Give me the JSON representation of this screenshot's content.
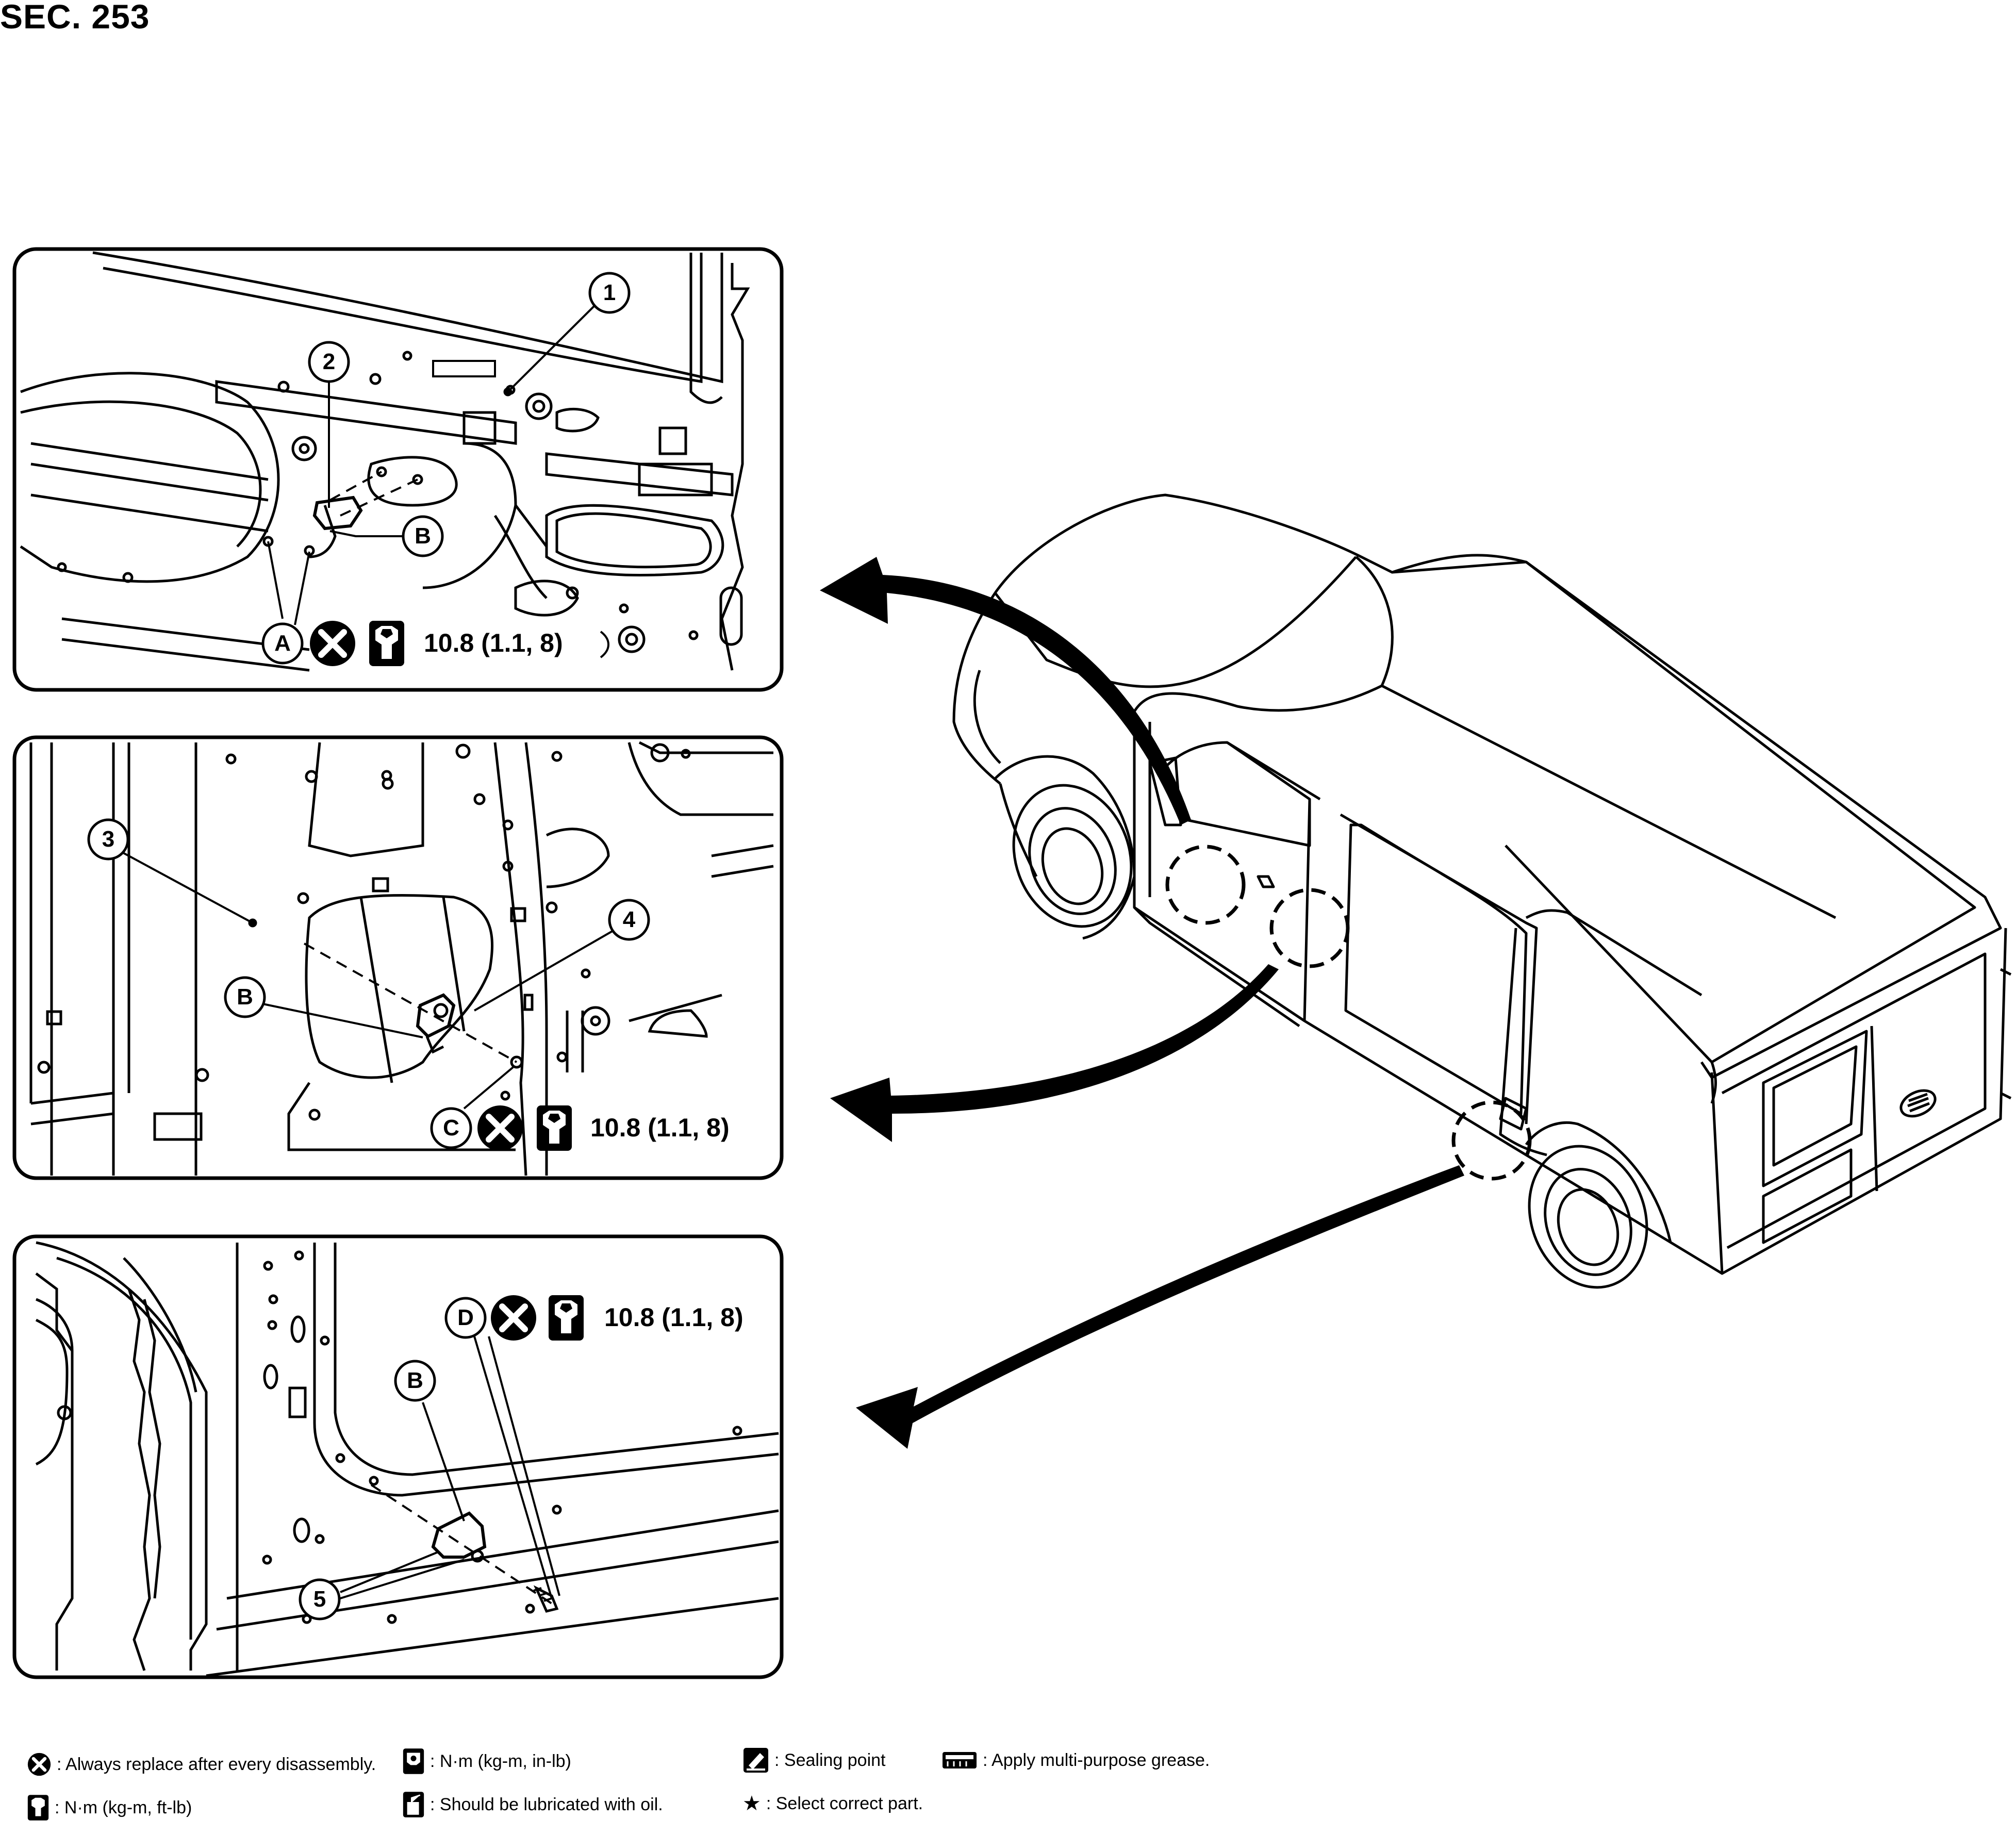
{
  "section": "SEC. 253",
  "panels": [
    {
      "callouts": [
        "1",
        "2",
        "B",
        "A"
      ],
      "torque": "10.8 (1.1, 8)"
    },
    {
      "callouts": [
        "3",
        "4",
        "B",
        "C"
      ],
      "torque": "10.8 (1.1, 8)"
    },
    {
      "callouts": [
        "D",
        "B",
        "5"
      ],
      "torque": "10.8 (1.1, 8)"
    }
  ],
  "legend": {
    "replace": ": Always replace after every disassembly.",
    "nm_inlb": ": N·m (kg-m, in-lb)",
    "sealing": ": Sealing point",
    "grease": ": Apply multi-purpose grease.",
    "nm_ftlb": ": N·m (kg-m, ft-lb)",
    "oil": ": Should be lubricated with oil.",
    "select": ": Select correct part."
  },
  "star_glyph": "★"
}
